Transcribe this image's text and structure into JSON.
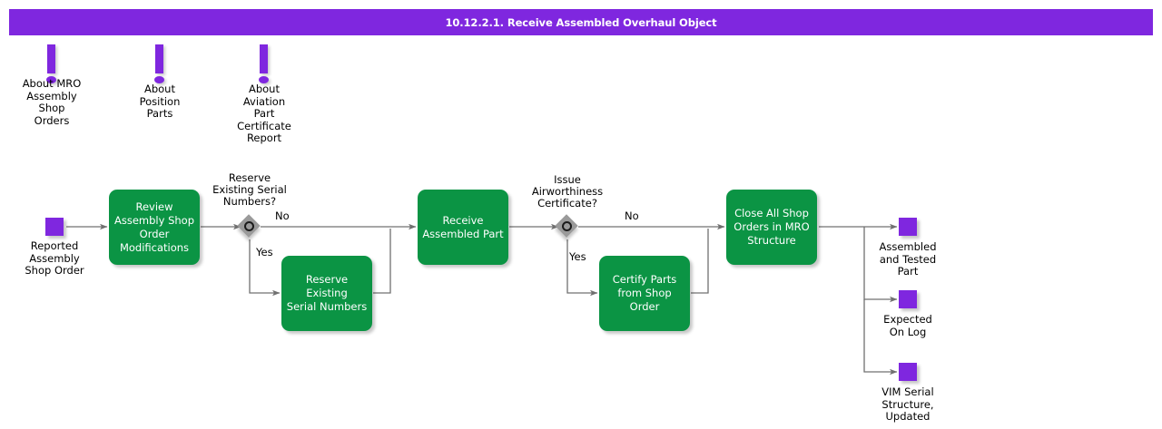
{
  "header": {
    "title": "10.12.2.1. Receive Assembled Overhaul Object",
    "background_color": "#7F27DF",
    "text_color": "#FFFFFF"
  },
  "colors": {
    "task_green": "#0B9444",
    "data_purple": "#7F27DF",
    "gateway_gray": "#9A9A9A",
    "connector_gray": "#707070",
    "text_dark": "#000000"
  },
  "info_markers": [
    {
      "name": "about-mro-assembly-shop-orders",
      "label": "About MRO\nAssembly\nShop\nOrders",
      "icon": "exclamation-icon"
    },
    {
      "name": "about-position-parts",
      "label": "About\nPosition\nParts",
      "icon": "exclamation-icon"
    },
    {
      "name": "about-aviation-part-certificate-report",
      "label": "About\nAviation\nPart\nCertificate\nReport",
      "icon": "exclamation-icon"
    }
  ],
  "data_objects": [
    {
      "name": "reported-assembly-shop-order",
      "label": "Reported\nAssembly\nShop Order",
      "role": "input"
    },
    {
      "name": "assembled-and-tested-part",
      "label": "Assembled\nand Tested\nPart",
      "role": "output"
    },
    {
      "name": "expected-on-log",
      "label": "Expected\nOn Log",
      "role": "output"
    },
    {
      "name": "vim-serial-structure-updated",
      "label": "VIM Serial\nStructure,\nUpdated",
      "role": "output"
    }
  ],
  "tasks": [
    {
      "name": "review-assembly-shop-order-modifications",
      "label": "Review\nAssembly Shop\nOrder\nModifications"
    },
    {
      "name": "reserve-existing-serial-numbers",
      "label": "Reserve Existing\nSerial Numbers"
    },
    {
      "name": "receive-assembled-part",
      "label": "Receive\nAssembled Part"
    },
    {
      "name": "certify-parts-from-shop-order",
      "label": "Certify Parts\nfrom Shop\nOrder"
    },
    {
      "name": "close-all-shop-orders-in-mro-structure",
      "label": "Close All Shop\nOrders in MRO\nStructure"
    }
  ],
  "gateways": [
    {
      "name": "reserve-existing-serial-numbers-gateway",
      "label": "Reserve\nExisting Serial\nNumbers?",
      "type": "event-based",
      "branches": [
        {
          "label": "No"
        },
        {
          "label": "Yes"
        }
      ]
    },
    {
      "name": "issue-airworthiness-certificate-gateway",
      "label": "Issue\nAirworthiness\nCertificate?",
      "type": "event-based",
      "branches": [
        {
          "label": "No"
        },
        {
          "label": "Yes"
        }
      ]
    }
  ],
  "flow_labels": {
    "gw1_no": "No",
    "gw1_yes": "Yes",
    "gw2_no": "No",
    "gw2_yes": "Yes"
  }
}
